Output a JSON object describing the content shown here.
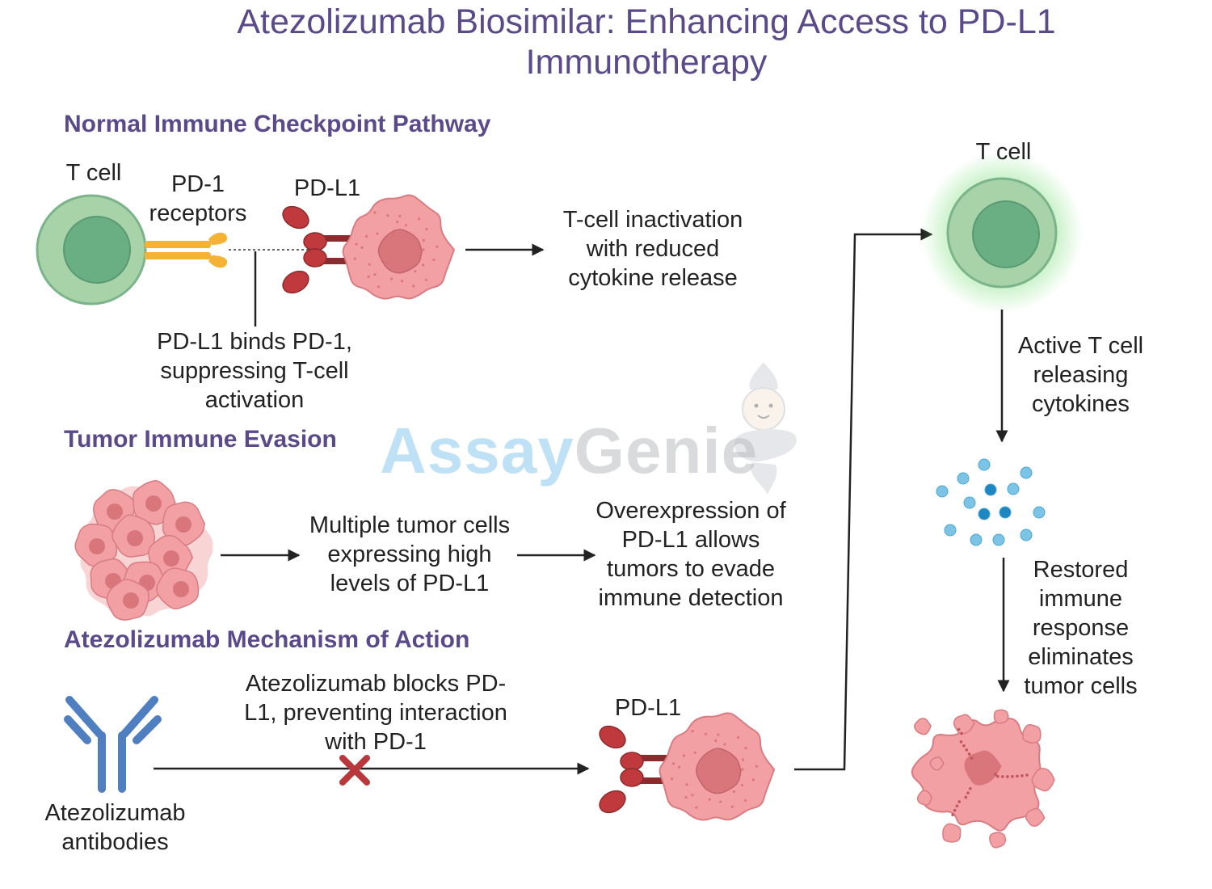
{
  "title": {
    "line1": "Atezolizumab Biosimilar: Enhancing Access to PD-L1",
    "line2": "Immunotherapy"
  },
  "sections": {
    "normal": "Normal Immune Checkpoint Pathway",
    "evasion": "Tumor Immune Evasion",
    "mechanism": "Atezolizumab Mechanism of Action"
  },
  "normal": {
    "tcell_label": "T cell",
    "pd1_label": [
      "PD-1",
      "receptors"
    ],
    "pdl1_label": "PD-L1",
    "binding_note": [
      "PD-L1 binds PD-1,",
      "suppressing T-cell",
      "activation"
    ],
    "outcome": [
      "T-cell inactivation",
      "with reduced",
      "cytokine release"
    ]
  },
  "evasion": {
    "step1": [
      "Multiple tumor cells",
      "expressing high",
      "levels of PD-L1"
    ],
    "step2": [
      "Overexpression of",
      "PD-L1 allows",
      "tumors to evade",
      "immune detection"
    ]
  },
  "mechanism": {
    "antibody_label": [
      "Atezolizumab",
      "antibodies"
    ],
    "block_note": [
      "Atezolizumab blocks PD-",
      "L1, preventing interaction",
      "with PD-1"
    ],
    "pdl1_label": "PD-L1"
  },
  "outcome_column": {
    "tcell_label": "T cell",
    "active_note": [
      "Active T cell",
      "releasing",
      "cytokines"
    ],
    "restored_note": [
      "Restored",
      "immune",
      "response",
      "eliminates",
      "tumor cells"
    ]
  },
  "watermark": {
    "part1": "Assay",
    "part2": "Genie"
  },
  "colors": {
    "title": "#5a4a8a",
    "section": "#5a4a8a",
    "tcell_outer": "#a8d2a8",
    "tcell_inner": "#6aae84",
    "tumor": "#f2a0a4",
    "tumor_nucleus": "#d8767c",
    "pdl1_lobe": "#c0393d",
    "receptor": "#f5b335",
    "antibody": "#4f7fc0",
    "block_x": "#b8383c",
    "cytokine": "#3a9fd0"
  },
  "icons": [
    "t-cell-icon",
    "pd1-receptor-icon",
    "pdl1-ligand-icon",
    "tumor-cell-icon",
    "tumor-cluster-icon",
    "antibody-icon",
    "block-x-icon",
    "cytokine-icon",
    "dead-tumor-icon",
    "genie-icon"
  ]
}
